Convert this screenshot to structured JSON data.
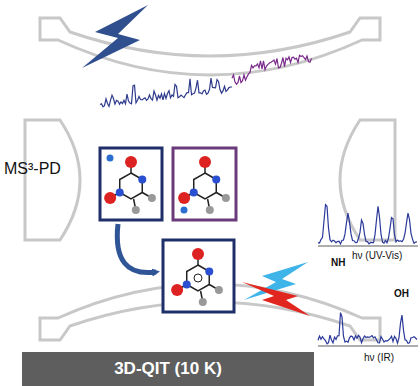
{
  "diagram": {
    "nodes": [
      {
        "text": [
          "3D-QIT (10 K)"
        ]
      }
    ],
    "labels": [
      "MS³-PD",
      "hν (UV-Vis)",
      "NH",
      "OH",
      "hν (IR)"
    ]
  }
}
